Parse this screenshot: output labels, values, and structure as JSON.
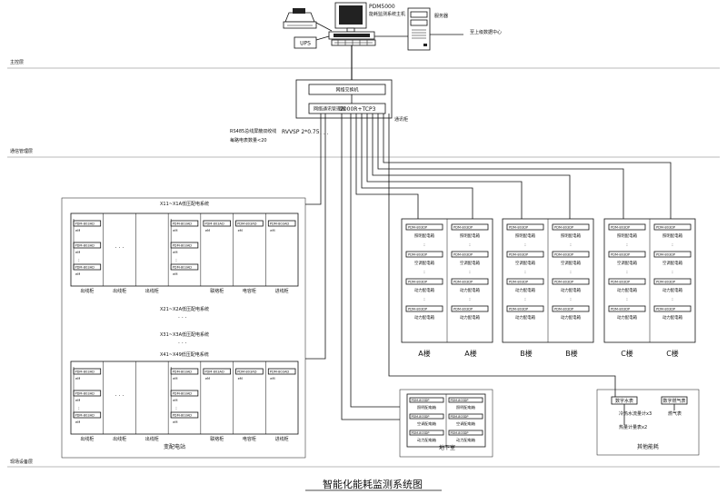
{
  "title": "智能化能耗监测系统图",
  "zones": {
    "station": "主控层",
    "comm": "通信管理层",
    "field": "现场设备层"
  },
  "top": {
    "pdm_name": "PDM5000",
    "pdm_desc": "能耗监测系统主机",
    "server": "服务器",
    "ups": "UPS",
    "datacenter": "至上级数据中心"
  },
  "comm": {
    "switch": "网络交换机",
    "manager": "网络通讯管理器",
    "manager_model": "2000R+TCP3",
    "cabinet": "通讯柜",
    "bus_cable_label": "RS485总线屏蔽双绞线",
    "bus_cable": "RVVSP 2*0.75",
    "meter_count": "每路电表数量<20"
  },
  "substation": {
    "section_1": "X11~X1A低压配电系统",
    "section_2": "X21~X2A低压配电系统",
    "section_3": "X31~X3A低压配电系统",
    "section_4": "X41~X49低压配电系统",
    "label": "变配电站",
    "cabinets": [
      "出线柜",
      "出线柜",
      "出线柜",
      "联络柜",
      "电容柜",
      "进线柜"
    ],
    "meter_model": "PDM-803AD",
    "meter_sub": "eM",
    "ellipsis": "· · ·"
  },
  "buildings": [
    {
      "left": "A楼",
      "right": "A楼"
    },
    {
      "left": "B楼",
      "right": "B楼"
    },
    {
      "left": "C楼",
      "right": "C楼"
    }
  ],
  "floor_box": {
    "meter_model": "PDM-803DP",
    "left_items": [
      "照明配电箱",
      "空调配电箱",
      "动力配电箱"
    ],
    "right_items": [
      "照明配电箱",
      "空调配电箱",
      "动力配电箱"
    ]
  },
  "basement": {
    "label": "地下室"
  },
  "others": {
    "label": "其他能耗",
    "water_meter": "数字水表",
    "water_label": "冷热水流量计x3",
    "gas_meter": "数字燃气表",
    "gas_label": "燃气表",
    "heat_label": "热量计量表x2"
  }
}
